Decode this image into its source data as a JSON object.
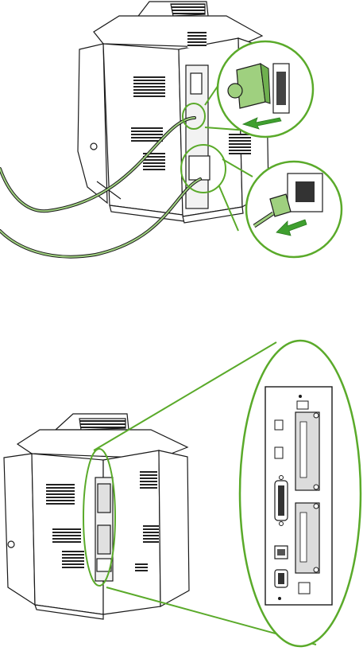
{
  "figure": {
    "top_panel": {
      "subject": "printer-rear-view",
      "callouts": [
        {
          "name": "parallel-cable-callout",
          "action": "disconnect-cable"
        },
        {
          "name": "power-cord-callout",
          "action": "disconnect-cord"
        }
      ]
    },
    "bottom_panel": {
      "subject": "printer-rear-view",
      "callouts": [
        {
          "name": "formatter-board-callout",
          "action": "show-formatter-ports"
        }
      ]
    },
    "colors": {
      "outline": "#1a1a1a",
      "callout_green": "#5aaa2a",
      "arrow_green": "#3f9f2f",
      "connector_green": "#9fd07f",
      "panel_gray": "#dcdcdc"
    },
    "icons": [
      "arrow-icon",
      "parallel-connector-icon",
      "power-plug-icon",
      "network-port-icon",
      "usb-port-icon"
    ]
  }
}
